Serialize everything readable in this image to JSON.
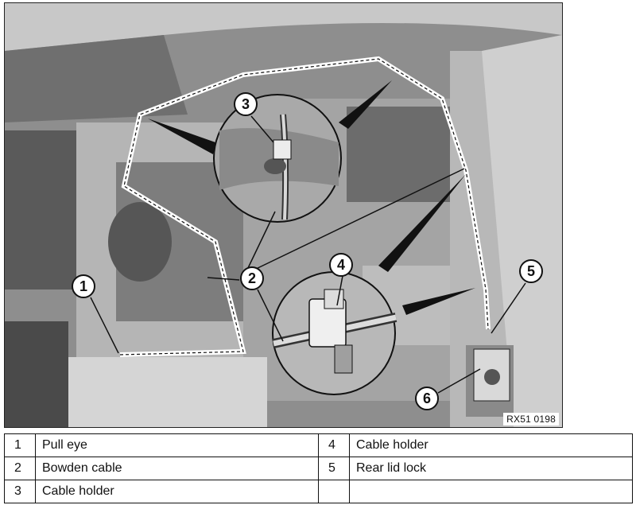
{
  "figure": {
    "code": "RX51 0198",
    "callouts": [
      "1",
      "2",
      "3",
      "4",
      "5",
      "6"
    ]
  },
  "legend": {
    "rows": [
      {
        "left_num": "1",
        "left_text": "Pull eye",
        "right_num": "4",
        "right_text": "Cable holder"
      },
      {
        "left_num": "2",
        "left_text": "Bowden cable",
        "right_num": "5",
        "right_text": "Rear lid lock"
      },
      {
        "left_num": "3",
        "left_text": "Cable holder",
        "right_num": "",
        "right_text": ""
      }
    ]
  }
}
